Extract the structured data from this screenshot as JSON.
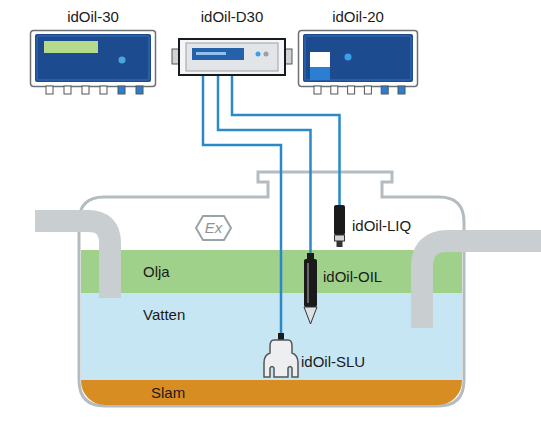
{
  "diagram": {
    "nodes": [
      {
        "text": [
          "idOil-30"
        ]
      },
      {
        "text": [
          "idOil-D30"
        ]
      },
      {
        "text": [
          "idOil-20"
        ]
      },
      {
        "text": [
          "idOil-LIQ"
        ]
      },
      {
        "text": [
          "Olja"
        ]
      },
      {
        "text": [
          "idOil-OIL"
        ]
      },
      {
        "text": [
          "Vatten"
        ]
      },
      {
        "text": [
          "idOil-SLU"
        ],
        "in": 6
      },
      {
        "text": [
          "Slam"
        ]
      }
    ],
    "edges": [
      {
        "from": 1,
        "to": 7,
        "arrow": "none"
      },
      {
        "from": 1,
        "to": 5,
        "arrow": "none"
      },
      {
        "from": 1,
        "to": 3,
        "arrow": "none"
      }
    ],
    "labels": [
      "Ex"
    ]
  }
}
